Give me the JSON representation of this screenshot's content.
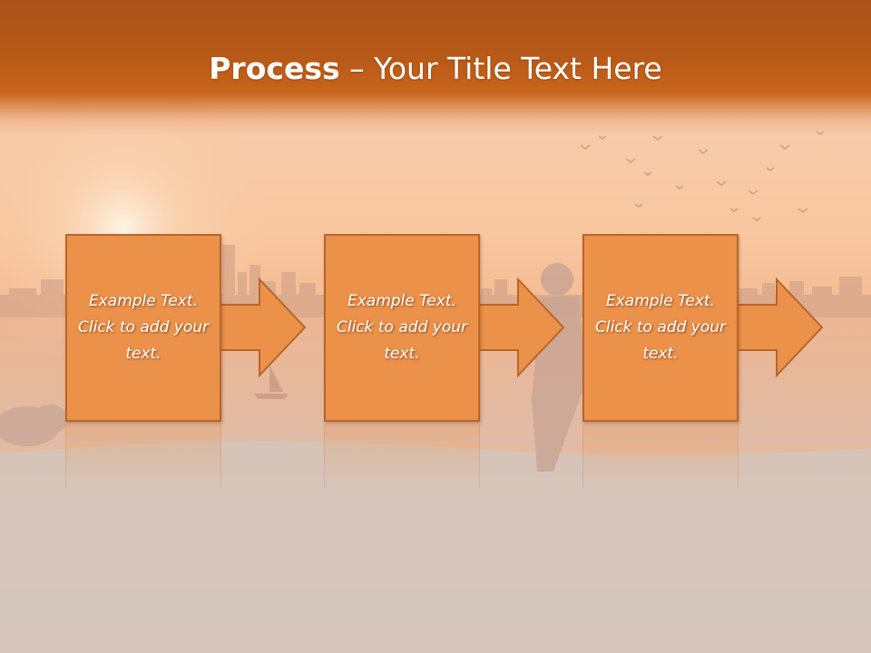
{
  "slide": {
    "title_bold": "Process",
    "title_rest": " – Your Title Text Here"
  },
  "process_steps": [
    {
      "text": "Example Text. Click  to add your text."
    },
    {
      "text": "Example Text. Click  to add your text."
    },
    {
      "text": "Example Text. Click  to add your text."
    }
  ],
  "colors": {
    "header": "#b95a17",
    "box_fill": "#eb914a",
    "box_border": "#b9652a",
    "text": "#ffffff"
  },
  "icons": [
    "arrow-right-icon",
    "birds-silhouette",
    "city-skyline",
    "sailboat",
    "person-silhouette"
  ]
}
